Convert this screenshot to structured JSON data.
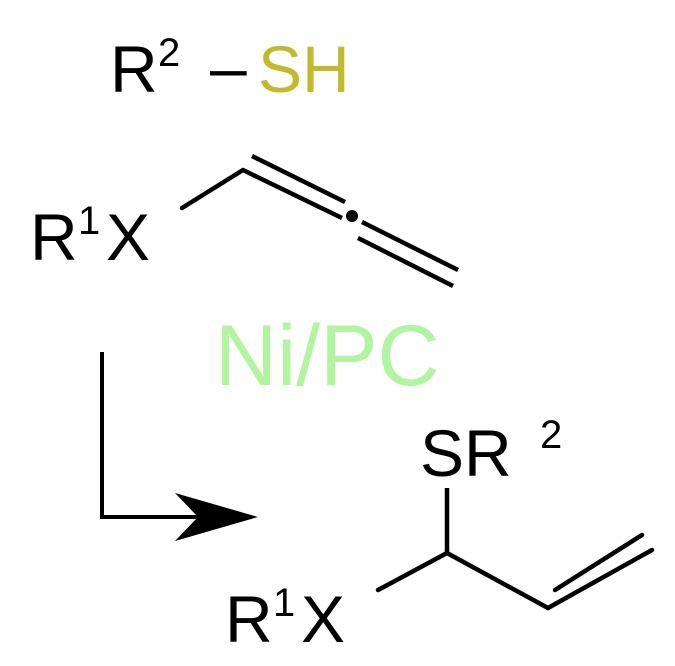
{
  "reagent": {
    "r": "R",
    "sup": "2",
    "dash": "–",
    "sh": "SH",
    "sh_color": "#c2b92e"
  },
  "allene": {
    "r": "R",
    "sup": "1",
    "x": "X"
  },
  "catalyst": {
    "label": "Ni/PC",
    "color": "#b2f5a1"
  },
  "product": {
    "sr": "SR",
    "sr_sup": "2",
    "r": "R",
    "sup": "1",
    "x": "X"
  },
  "colors": {
    "ink": "#000000"
  }
}
